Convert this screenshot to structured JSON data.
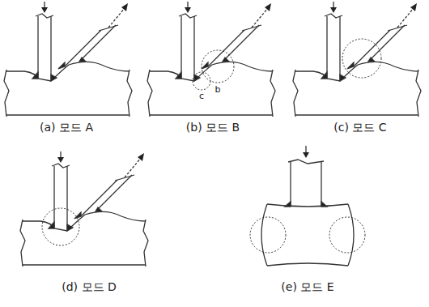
{
  "diagram": {
    "labels": [
      "c",
      "b",
      "(a) 모드 A",
      "(b) 모드 B",
      "(c) 모드 C",
      "(d) 모드 D",
      "(e) 모드 E"
    ]
  }
}
